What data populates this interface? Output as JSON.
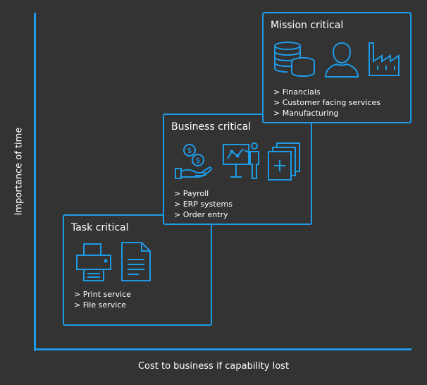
{
  "axes": {
    "x_label": "Cost to business if capability lost",
    "y_label": "Importance of time"
  },
  "tiers": {
    "task": {
      "title": "Task critical",
      "items": [
        "> Print service",
        "> File service"
      ],
      "icons": [
        "printer-icon",
        "document-icon"
      ]
    },
    "business": {
      "title": "Business critical",
      "items": [
        "> Payroll",
        "> ERP systems",
        "> Order entry"
      ],
      "icons": [
        "hand-coins-icon",
        "presentation-icon",
        "documents-plus-icon"
      ]
    },
    "mission": {
      "title": "Mission critical",
      "items": [
        "> Financials",
        "> Customer facing services",
        "> Manufacturing"
      ],
      "icons": [
        "database-coins-icon",
        "user-icon",
        "factory-icon"
      ]
    }
  },
  "colors": {
    "accent": "#1e9be6",
    "background": "#333333",
    "text": "#ffffff"
  }
}
